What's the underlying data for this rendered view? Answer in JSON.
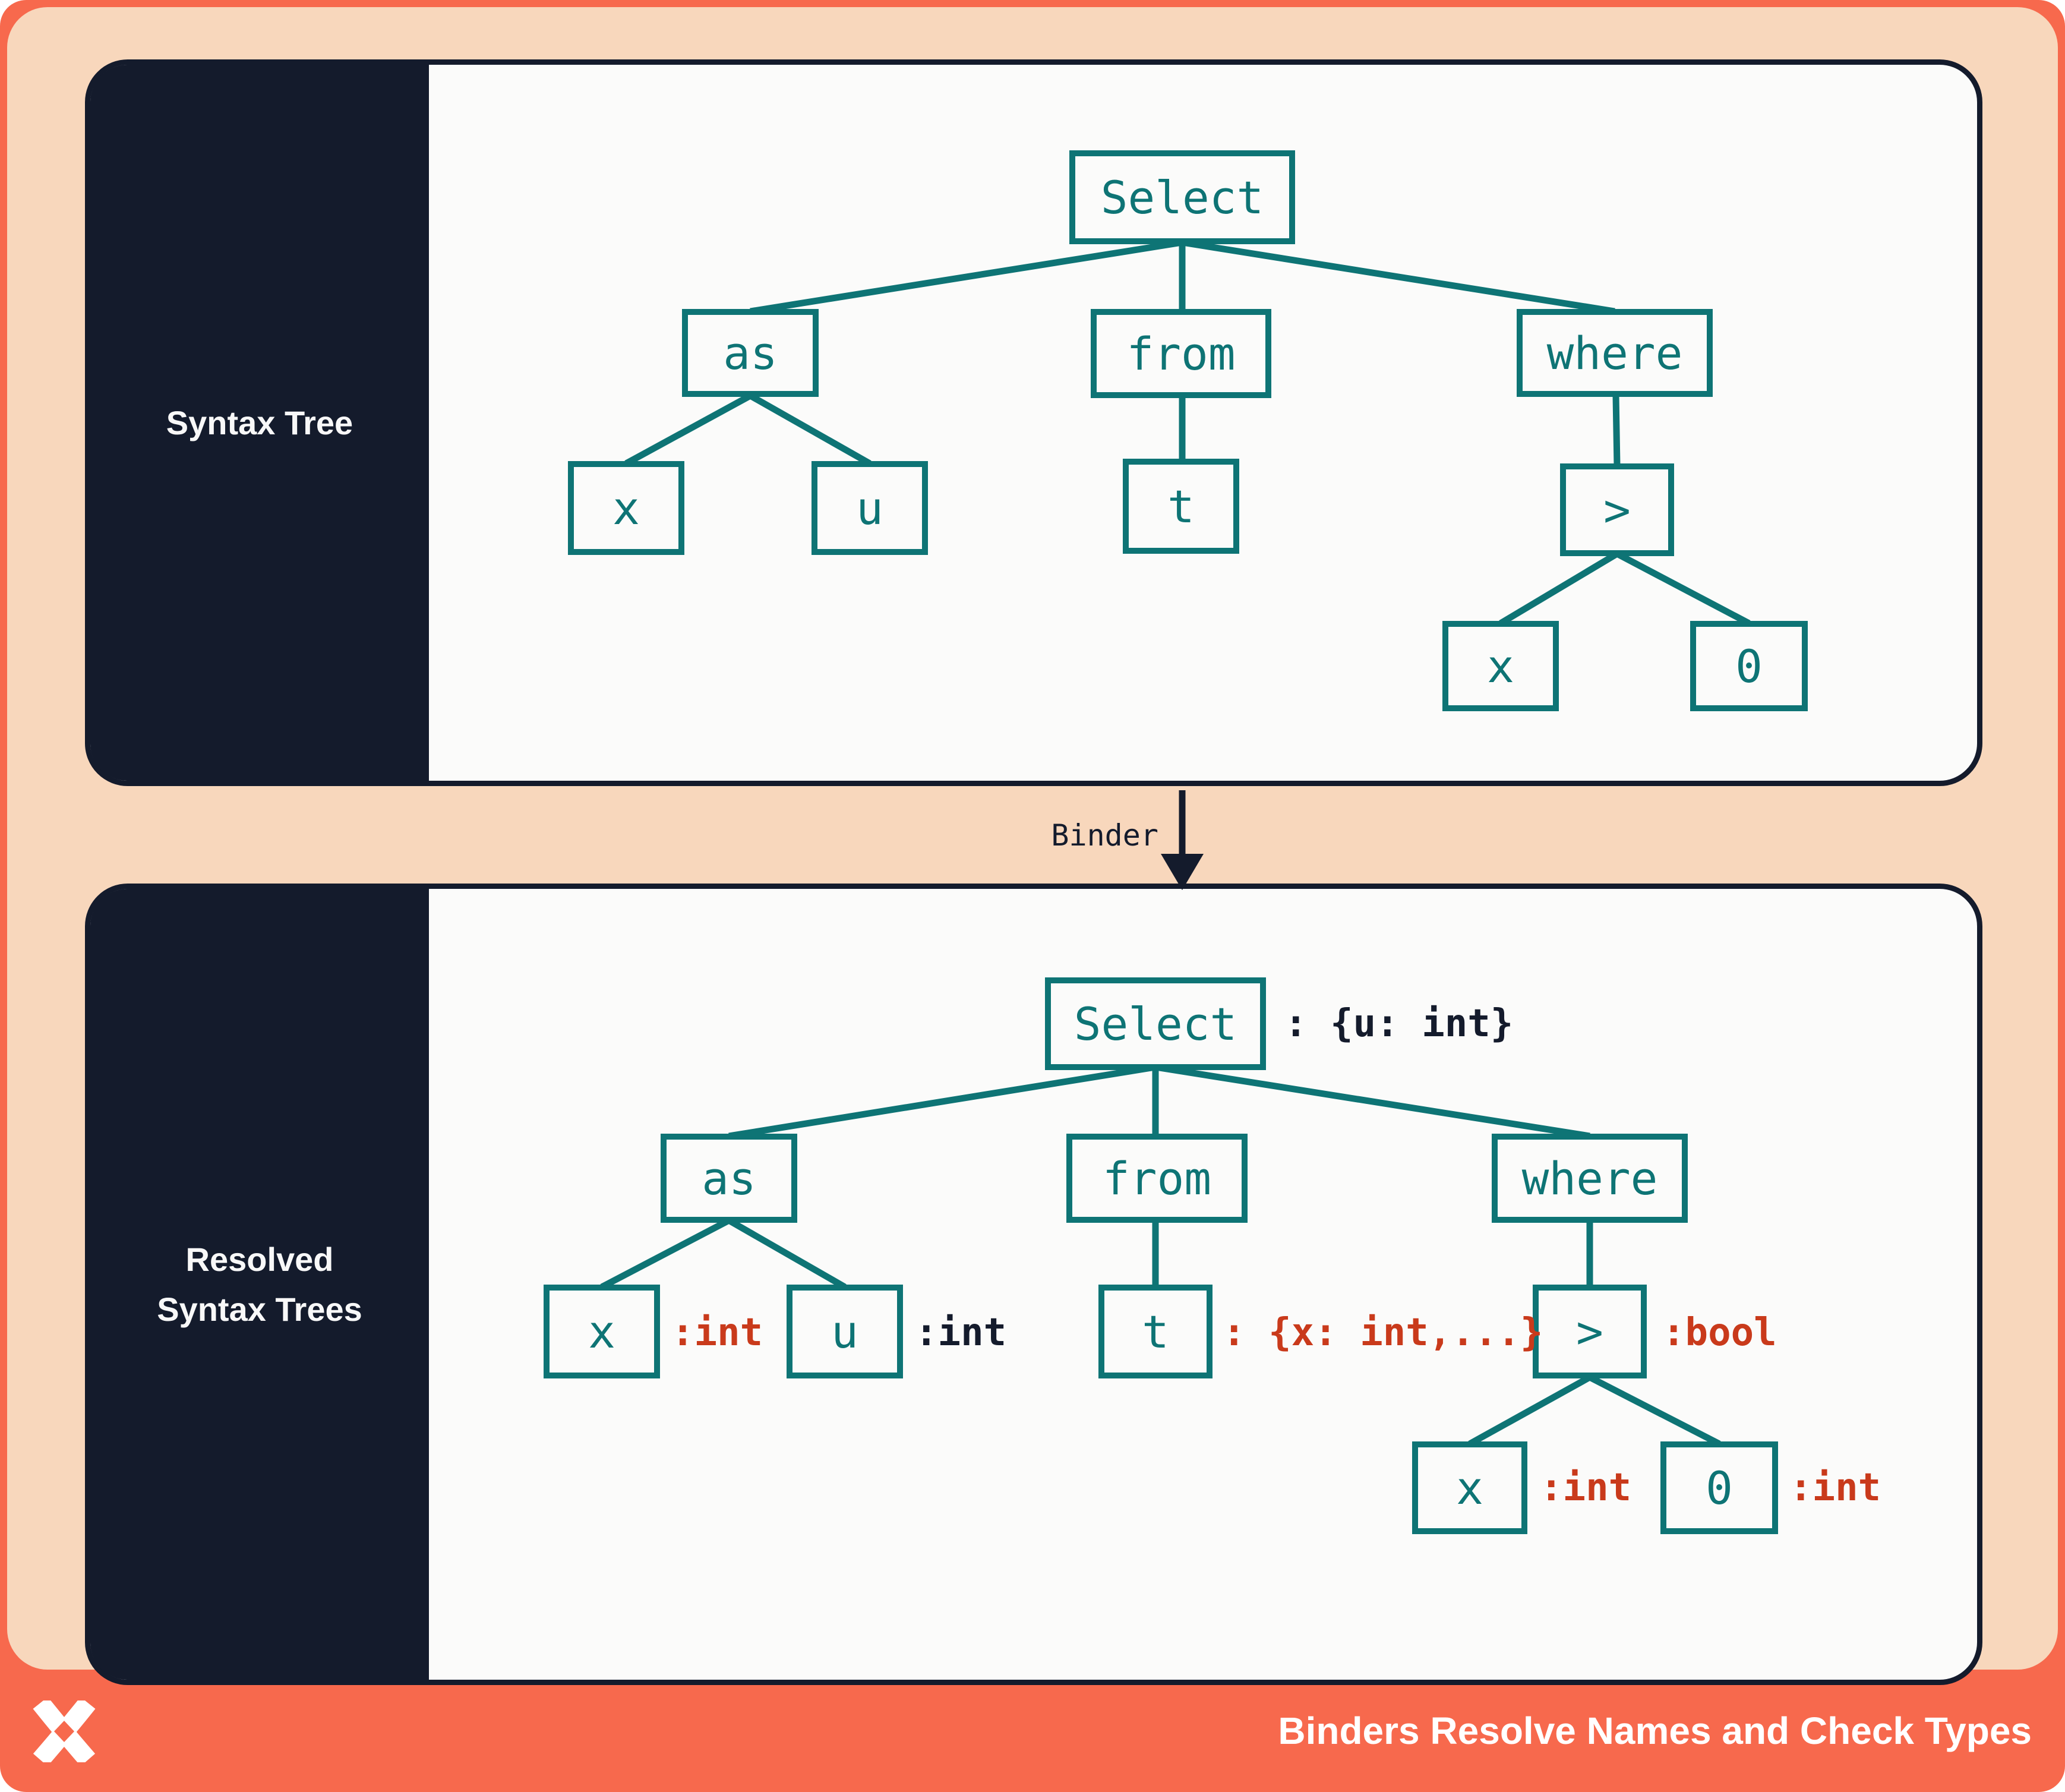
{
  "colors": {
    "coral": "#F7694D",
    "peach": "#F8D7BC",
    "navy": "#141B2C",
    "teal": "#0E7475",
    "red_annotation": "#C93A1B",
    "panel_background": "#FBFBFA",
    "white_text": "#FFFFFF"
  },
  "panel_top": {
    "sidebar_label": "Syntax Tree"
  },
  "panel_bottom": {
    "sidebar_label_line1": "Resolved",
    "sidebar_label_line2": "Syntax Trees"
  },
  "transform": {
    "label": "Binder"
  },
  "footer": {
    "title": "Binders Resolve Names and Check Types",
    "logo_icon": "x-mark-logo"
  },
  "tree_top": {
    "nodes": {
      "select": "Select",
      "as": "as",
      "from": "from",
      "where": "where",
      "x_as": "x",
      "u": "u",
      "t": "t",
      "gt": ">",
      "x_gt": "x",
      "zero": "0"
    }
  },
  "tree_bottom": {
    "nodes": {
      "select": "Select",
      "as": "as",
      "from": "from",
      "where": "where",
      "x_as": "x",
      "u": "u",
      "t": "t",
      "gt": ">",
      "x_gt": "x",
      "zero": "0"
    },
    "annotations": {
      "select": ": {u: int}",
      "x_as": ":int",
      "u": ":int",
      "t": ": {x: int,...}",
      "gt": ":bool",
      "x_gt": ":int",
      "zero": ":int"
    }
  }
}
